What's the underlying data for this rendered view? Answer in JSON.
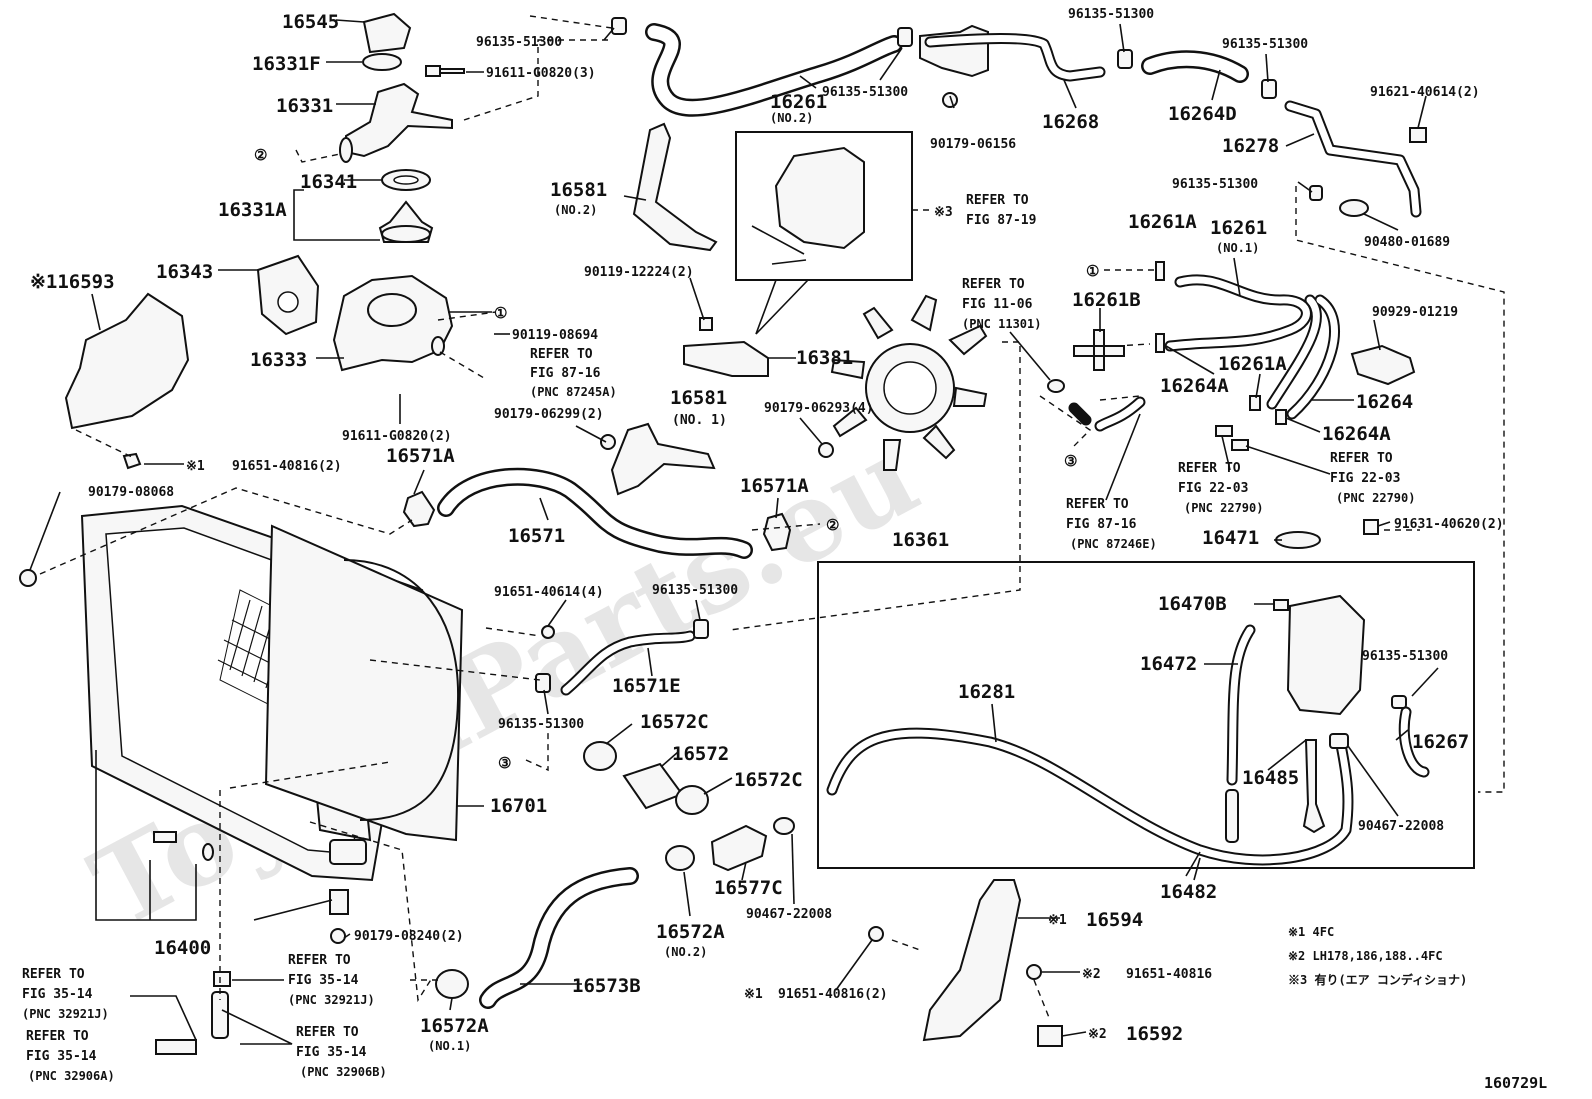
{
  "watermark": "ToyotaParts.eu",
  "figure_id": "160729L",
  "labels": {
    "p16545": "16545",
    "p16331F": "16331F",
    "p16331": "16331",
    "p91611a": "91611-G0820(3)",
    "p96135a": "96135-51300",
    "c2a": "②",
    "p16341": "16341",
    "p16331A": "16331A",
    "p16343": "16343",
    "p116593": "※116593",
    "p16333": "16333",
    "c1a": "①",
    "p90119a": "90119-08694",
    "refer1a": "REFER TO",
    "refer1b": "FIG 87-16",
    "refer1c": "(PNC 87245A)",
    "p91611b": "91611-G0820(2)",
    "p91651a_mark": "※1",
    "p91651a": "91651-40816(2)",
    "p90179a": "90179-08068",
    "p16261": "16261",
    "p16261n2": "(NO.2)",
    "p96135b": "96135-51300",
    "p16581a": "16581",
    "p16581a_n": "(NO.2)",
    "p90119b": "90119-12224(2)",
    "p16381": "16381",
    "p16581b": "16581",
    "p16581b_n": "(NO. 1)",
    "p90179b": "90179-06299(2)",
    "p16571A": "16571A",
    "p16571": "16571",
    "p16571A2": "16571A",
    "c2b": "②",
    "refer3_mark": "※3",
    "refer3a": "REFER TO",
    "refer3b": "FIG 87-19",
    "p90179c": "90179-06156",
    "p16268": "16268",
    "p96135c": "96135-51300",
    "p16264D": "16264D",
    "p96135d": "96135-51300",
    "p91621": "91621-40614(2)",
    "p16278": "16278",
    "p96135e": "96135-51300",
    "p90480": "90480-01689",
    "p16261A": "16261A",
    "p16261b": "16261",
    "p16261b_n": "(NO.1)",
    "refer2a": "REFER TO",
    "refer2b": "FIG 11-06",
    "refer2c": "(PNC 11301)",
    "p16261B": "16261B",
    "c1b": "①",
    "p90929": "90929-01219",
    "p16264A": "16264A",
    "p16261A2": "16261A",
    "p16264": "16264",
    "p16264A2": "16264A",
    "p90179d": "90179-06293(4)",
    "c3a": "③",
    "refer4a": "REFER TO",
    "refer4b": "FIG 22-03",
    "refer4c": "(PNC 22790)",
    "refer5a": "REFER TO",
    "refer5b": "FIG 22-03",
    "refer5c": "(PNC 22790)",
    "refer6a": "REFER TO",
    "refer6b": "FIG 87-16",
    "refer6c": "(PNC 87246E)",
    "p16361": "16361",
    "p16471": "16471",
    "p91631": "91631-40620(2)",
    "p91651b": "91651-40614(4)",
    "p96135f": "96135-51300",
    "p16571E": "16571E",
    "p16470B": "16470B",
    "p16472": "16472",
    "p16281": "16281",
    "p96135g": "96135-51300",
    "p96135h": "96135-51300",
    "p16572C": "16572C",
    "p16572": "16572",
    "p16572C2": "16572C",
    "c3b": "③",
    "p16701": "16701",
    "p16267": "16267",
    "p16485": "16485",
    "p90467a": "90467-22008",
    "p16577C": "16577C",
    "p90467b": "90467-22008",
    "p16572A": "16572A",
    "p16572A_n": "(NO.2)",
    "p16482": "16482",
    "p16400": "16400",
    "p90179e": "90179-08240(2)",
    "p16594_mark": "※1",
    "p16594": "16594",
    "refer7a": "REFER TO",
    "refer7b": "FIG 35-14",
    "refer7c": "(PNC 32921J)",
    "refer8a": "REFER TO",
    "refer8b": "FIG 35-14",
    "refer8c": "(PNC 32921J)",
    "p16573B": "16573B",
    "p16572A2": "16572A",
    "p16572A2_n": "(NO.1)",
    "p91651c_mark": "※1",
    "p91651c": "91651-40816(2)",
    "p91651d_mark": "※2",
    "p91651d": "91651-40816",
    "p16592_mark": "※2",
    "p16592": "16592",
    "refer9a": "REFER TO",
    "refer9b": "FIG 35-14",
    "refer9c": "(PNC 32906A)",
    "refer10a": "REFER TO",
    "refer10b": "FIG 35-14",
    "refer10c": "(PNC 32906B)"
  },
  "notes": [
    "※1 4FC",
    "※2 LH178,186,188..4FC",
    "※3 有り(エア  コンディショナ)"
  ]
}
